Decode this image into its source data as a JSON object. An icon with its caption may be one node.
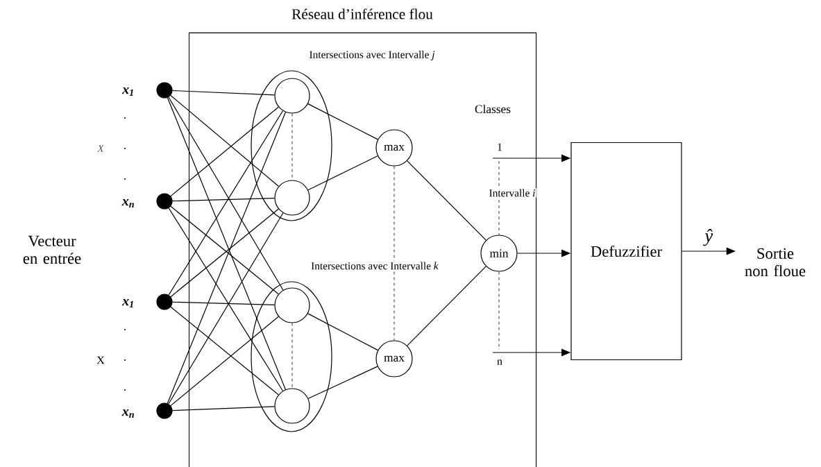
{
  "diagram": {
    "nodes": [
      {
        "text": [
          "Réseau d’inférence flou"
        ]
      },
      {
        "text": [],
        "shape": "circle",
        "beside": [
          "x$_{1}$"
        ]
      },
      {
        "text": [],
        "shape": "circle",
        "beside": [
          "x$_{n}$"
        ]
      },
      {
        "text": [],
        "shape": "circle",
        "beside": [
          "x$_{1}$"
        ]
      },
      {
        "text": [],
        "shape": "circle",
        "beside": [
          "x$_{n}$"
        ]
      },
      {
        "text": [],
        "shape": "ellipse",
        "in": 0
      },
      {
        "text": [],
        "shape": "circle",
        "in": 5
      },
      {
        "text": [],
        "shape": "circle",
        "in": 5
      },
      {
        "text": [],
        "shape": "ellipse",
        "in": 0
      },
      {
        "text": [],
        "shape": "circle",
        "in": 8
      },
      {
        "text": [],
        "shape": "circle",
        "in": 8
      },
      {
        "text": [
          "max"
        ],
        "in": 0
      },
      {
        "text": [
          "max"
        ],
        "in": 0
      },
      {
        "text": [
          "min"
        ],
        "in": 0
      },
      {
        "text": [
          "Defuzzifier"
        ]
      },
      {
        "text": [
          "Sortie non floue"
        ]
      }
    ],
    "edges": [
      {
        "from": 1,
        "to": 6,
        "arrow": "none"
      },
      {
        "from": 1,
        "to": 7,
        "arrow": "none"
      },
      {
        "from": 1,
        "to": 9,
        "arrow": "none"
      },
      {
        "from": 1,
        "to": 10,
        "arrow": "none"
      },
      {
        "from": 2,
        "to": 6,
        "arrow": "none"
      },
      {
        "from": 2,
        "to": 7,
        "arrow": "none"
      },
      {
        "from": 2,
        "to": 9,
        "arrow": "none"
      },
      {
        "from": 2,
        "to": 10,
        "arrow": "none"
      },
      {
        "from": 3,
        "to": 6,
        "arrow": "none"
      },
      {
        "from": 3,
        "to": 7,
        "arrow": "none"
      },
      {
        "from": 3,
        "to": 9,
        "arrow": "none"
      },
      {
        "from": 3,
        "to": 10,
        "arrow": "none"
      },
      {
        "from": 4,
        "to": 6,
        "arrow": "none"
      },
      {
        "from": 4,
        "to": 7,
        "arrow": "none"
      },
      {
        "from": 4,
        "to": 9,
        "arrow": "none"
      },
      {
        "from": 4,
        "to": 10,
        "arrow": "none"
      },
      {
        "from": 6,
        "to": 7,
        "arrow": "none",
        "style": "dashed"
      },
      {
        "from": 9,
        "to": 10,
        "arrow": "none",
        "style": "dashed"
      },
      {
        "from": 6,
        "to": 11,
        "arrow": "none"
      },
      {
        "from": 7,
        "to": 11,
        "arrow": "none"
      },
      {
        "from": 9,
        "to": 12,
        "arrow": "none"
      },
      {
        "from": 10,
        "to": 12,
        "arrow": "none"
      },
      {
        "from": 11,
        "to": 12,
        "arrow": "none",
        "style": "dashed"
      },
      {
        "from": 11,
        "to": 13,
        "arrow": "none"
      },
      {
        "from": 12,
        "to": 13,
        "arrow": "none"
      },
      {
        "from": null,
        "to": 14,
        "arrow": "to"
      },
      {
        "from": 13,
        "to": 14,
        "arrow": "to"
      },
      {
        "from": null,
        "to": 14,
        "arrow": "to"
      },
      {
        "from": 14,
        "to": 15,
        "arrow": "to",
        "label": "ŷ"
      },
      {
        "from": null,
        "to": 13,
        "arrow": "none",
        "style": "dashed"
      },
      {
        "from": 13,
        "to": null,
        "arrow": "none",
        "style": "dashed"
      }
    ],
    "labels": [
      "Vecteur en entrée",
      ".",
      "X",
      ".",
      ".",
      ".",
      "X",
      ".",
      ".",
      "Classes",
      "1",
      "Intervalle *i*",
      "n",
      "Intersections avec Intervalle *j*",
      "Intersections avec Intervalle *k*"
    ]
  }
}
